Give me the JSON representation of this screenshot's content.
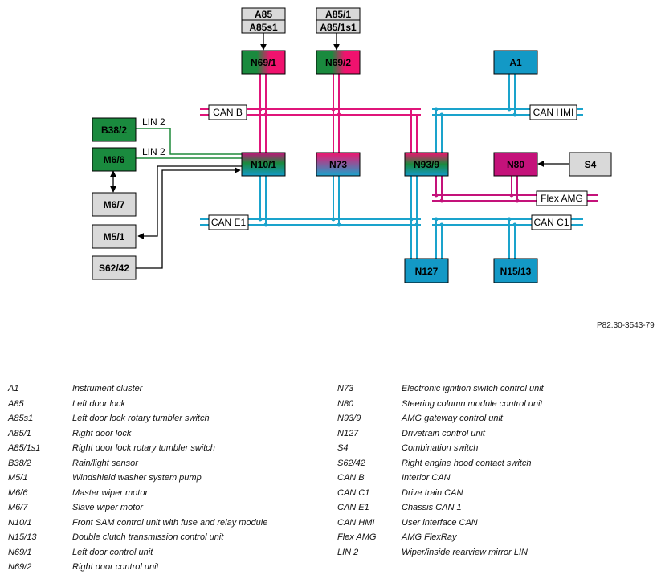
{
  "diagram": {
    "ref_code": "P82.30-3543-79",
    "nodes": {
      "A85": "A85",
      "A85s1": "A85s1",
      "A85_1": "A85/1",
      "A85_1s1": "A85/1s1",
      "N69_1": "N69/1",
      "N69_2": "N69/2",
      "A1": "A1",
      "B38_2": "B38/2",
      "M6_6": "M6/6",
      "M6_7": "M6/7",
      "M5_1": "M5/1",
      "S62_42": "S62/42",
      "N10_1": "N10/1",
      "N73": "N73",
      "N93_9": "N93/9",
      "N80": "N80",
      "S4": "S4",
      "N127": "N127",
      "N15_13": "N15/13"
    },
    "buses": {
      "can_b": "CAN B",
      "can_hmi": "CAN HMI",
      "can_e1": "CAN E1",
      "can_c1": "CAN C1",
      "flex_amg": "Flex AMG",
      "lin2_top": "LIN 2",
      "lin2_bottom": "LIN 2"
    },
    "colors": {
      "magenta_bus": "#e0157a",
      "cyan_bus": "#1aa3cc",
      "green_lin": "#1f8a3a",
      "box_green": "#1a8a3e",
      "box_magenta": "#f0126e",
      "box_cyan": "#1399c6",
      "box_purple": "#c4127a",
      "box_gray": "#d9d9d9"
    }
  },
  "legend": {
    "left": [
      {
        "code": "A1",
        "desc": "Instrument cluster"
      },
      {
        "code": "A85",
        "desc": "Left door lock"
      },
      {
        "code": "A85s1",
        "desc": "Left door lock rotary tumbler switch"
      },
      {
        "code": "A85/1",
        "desc": "Right door lock"
      },
      {
        "code": "A85/1s1",
        "desc": "Right door lock rotary tumbler switch"
      },
      {
        "code": "B38/2",
        "desc": "Rain/light sensor"
      },
      {
        "code": "M5/1",
        "desc": "Windshield washer system pump"
      },
      {
        "code": "M6/6",
        "desc": "Master wiper motor"
      },
      {
        "code": "M6/7",
        "desc": "Slave wiper motor"
      },
      {
        "code": "N10/1",
        "desc": "Front SAM control unit with fuse and relay module"
      },
      {
        "code": "N15/13",
        "desc": "Double clutch transmission control unit"
      },
      {
        "code": "N69/1",
        "desc": "Left door control unit"
      },
      {
        "code": "N69/2",
        "desc": "Right door control unit"
      }
    ],
    "right": [
      {
        "code": "N73",
        "desc": "Electronic ignition switch control unit"
      },
      {
        "code": "N80",
        "desc": "Steering column module control unit"
      },
      {
        "code": "N93/9",
        "desc": "AMG gateway control unit"
      },
      {
        "code": "N127",
        "desc": "Drivetrain control unit"
      },
      {
        "code": "S4",
        "desc": "Combination switch"
      },
      {
        "code": "S62/42",
        "desc": "Right engine hood contact switch"
      },
      {
        "code": "CAN B",
        "desc": "Interior CAN"
      },
      {
        "code": "CAN C1",
        "desc": "Drive train CAN"
      },
      {
        "code": "CAN E1",
        "desc": "Chassis CAN 1"
      },
      {
        "code": "CAN HMI",
        "desc": "User interface CAN"
      },
      {
        "code": "Flex AMG",
        "desc": "AMG FlexRay"
      },
      {
        "code": "LIN 2",
        "desc": "Wiper/inside rearview mirror LIN"
      }
    ]
  }
}
